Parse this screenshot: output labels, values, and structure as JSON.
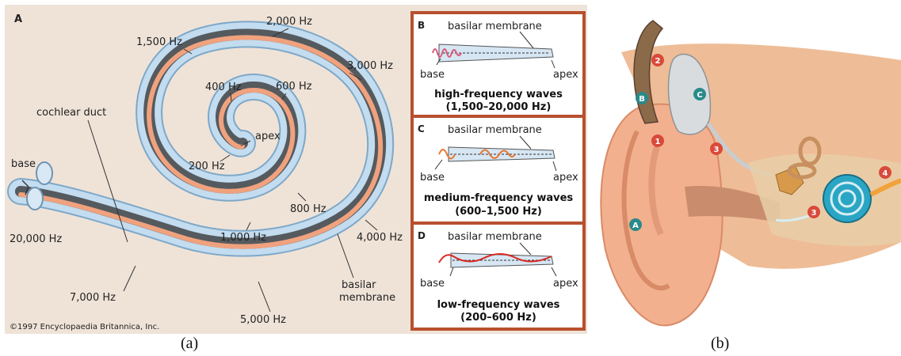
{
  "panel_a": {
    "label": "A",
    "frequency_labels": {
      "f2000": "2,000 Hz",
      "f1500": "1,500 Hz",
      "f3000": "3,000 Hz",
      "f400": "400 Hz",
      "f600": "600 Hz",
      "f200": "200 Hz",
      "f800": "800 Hz",
      "f1000": "1,000 Hz",
      "f4000": "4,000 Hz",
      "f20000": "20,000 Hz",
      "f7000": "7,000 Hz",
      "f5000": "5,000 Hz"
    },
    "apex": "apex",
    "cochlear_duct": "cochlear duct",
    "base": "base",
    "basilar_line1": "basilar",
    "basilar_line2": "membrane",
    "copyright": "©1997 Encyclopaedia Britannica, Inc."
  },
  "insets": [
    {
      "letter": "B",
      "membrane": "basilar membrane",
      "base": "base",
      "apex": "apex",
      "title": "high-frequency waves",
      "range": "(1,500–20,000 Hz)",
      "wave_color": "#d9587a"
    },
    {
      "letter": "C",
      "membrane": "basilar membrane",
      "base": "base",
      "apex": "apex",
      "title": "medium-frequency waves",
      "range": "(600–1,500 Hz)",
      "wave_color": "#e8742a"
    },
    {
      "letter": "D",
      "membrane": "basilar membrane",
      "base": "base",
      "apex": "apex",
      "title": "low-frequency waves",
      "range": "(200–600 Hz)",
      "wave_color": "#d8281f"
    }
  ],
  "panel_b": {
    "markers": {
      "m1": "1",
      "m2": "2",
      "m3a": "3",
      "m3b": "3",
      "m4": "4",
      "A": "A",
      "B": "B",
      "C": "C"
    }
  },
  "captions": {
    "a": "(a)",
    "b": "(b)"
  },
  "colors": {
    "panel_bg": "#efe3d8",
    "frame": "#b8502e",
    "tube": "#a9c7df",
    "basilar": "#f0a27e",
    "dark_band": "#555a5e"
  }
}
